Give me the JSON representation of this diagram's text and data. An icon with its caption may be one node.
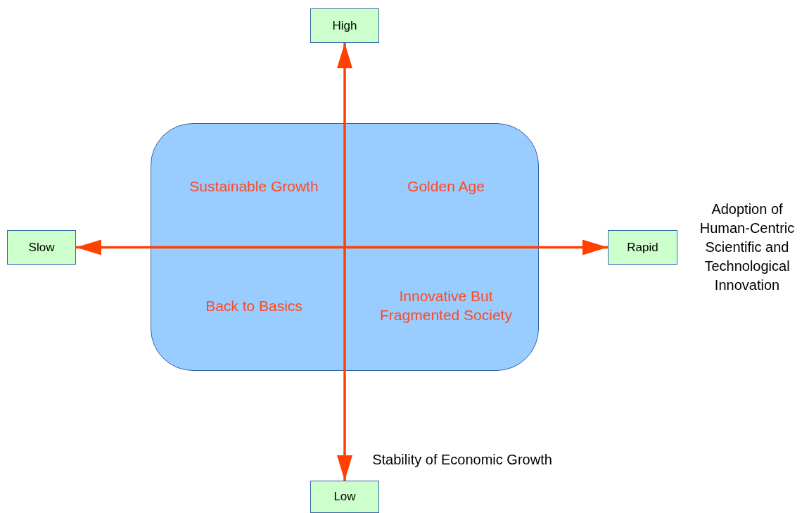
{
  "diagram": {
    "nodes": [
      {
        "text": [
          "High"
        ]
      },
      {
        "text": [
          "Slow"
        ]
      },
      {
        "text": [
          "Rapid"
        ]
      },
      {
        "text": [
          "Low"
        ]
      }
    ],
    "edges": [
      {
        "from": 3,
        "to": 0,
        "arrow": "both"
      },
      {
        "from": 1,
        "to": 2,
        "arrow": "both"
      }
    ],
    "labels": [
      "Sustainable Growth",
      "Golden Age",
      "Back to Basics",
      "Innovative But Fragmented Society",
      "Adoption of Human-Centric Scientific and Technological Innovation",
      "Stability of Economic Growth"
    ]
  }
}
